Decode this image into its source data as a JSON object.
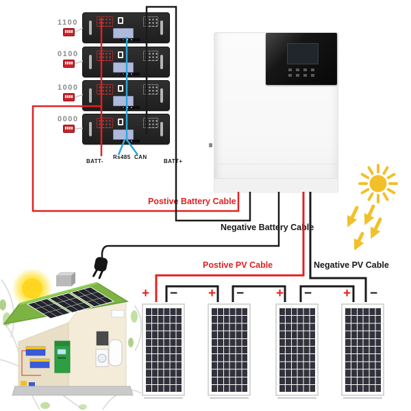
{
  "colors": {
    "positive": "#e02121",
    "negative": "#1a1a1a",
    "comm": "#2aa7d9",
    "dip": "#c9242b",
    "sun": "#f2c02a",
    "roof": "#7cb342",
    "cell": "#32323c"
  },
  "battery_bank": {
    "modules": [
      {
        "dip_code": "1100"
      },
      {
        "dip_code": "0100"
      },
      {
        "dip_code": "1000"
      },
      {
        "dip_code": "0000"
      }
    ],
    "ports": {
      "batt_minus": "BATT-",
      "rs485": "Rs485",
      "can": "CAN",
      "batt_plus": "BATT+"
    }
  },
  "cables": {
    "battery_positive": "Postive Battery Cable",
    "battery_negative": "Negative Battery Cable",
    "pv_positive": "Postive PV Cable",
    "pv_negative": "Negative PV Cable"
  },
  "pv_array": {
    "plus": "+",
    "minus": "−",
    "panel_count": 4
  }
}
